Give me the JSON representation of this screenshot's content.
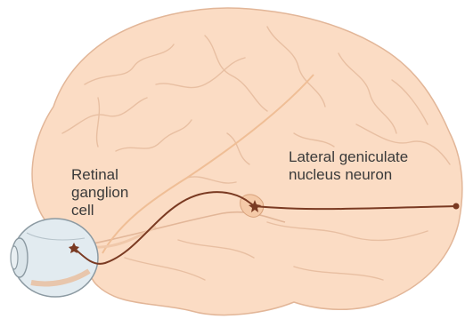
{
  "labels": {
    "retinal_ganglion_cell": [
      "Retinal",
      "ganglion",
      "cell"
    ],
    "lateral_geniculate_nucleus_neuron": [
      "Lateral geniculate",
      "nucleus neuron"
    ]
  },
  "colors": {
    "brain_fill": "#fbdcc4",
    "brain_outline": "#e2b698",
    "sulcus": "#e8bfa2",
    "eye_fill": "#e2ebf0",
    "eye_outline": "#8c9aa2",
    "optic_tract": "#f0c8aa",
    "neuron": "#7a3a22",
    "text": "#3a3a3a"
  },
  "icons": {
    "eye": "eye-icon",
    "neuron_soma": "star-soma-icon"
  }
}
